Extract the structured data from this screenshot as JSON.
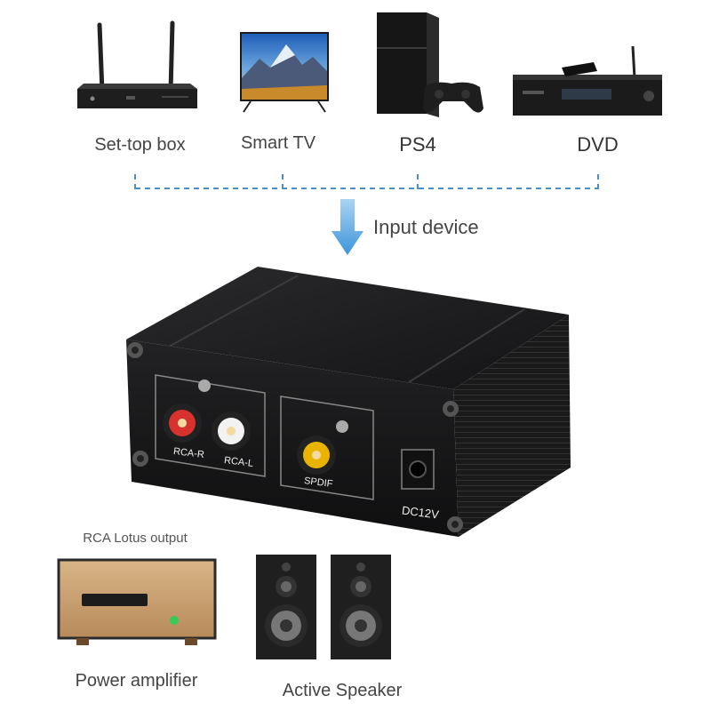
{
  "input_devices": [
    {
      "label": "Set-top box",
      "icon": "set-top-box-icon"
    },
    {
      "label": "Smart TV",
      "icon": "smart-tv-icon"
    },
    {
      "label": "PS4",
      "icon": "ps4-console-icon"
    },
    {
      "label": "DVD",
      "icon": "dvd-player-icon"
    }
  ],
  "input_caption": "Input device",
  "converter": {
    "ports": {
      "rca_right": "RCA-R",
      "rca_left": "RCA-L",
      "spdif": "SPDIF",
      "power": "DC12V"
    }
  },
  "output_caption": "RCA Lotus output",
  "output_devices": [
    {
      "label": "Power amplifier",
      "icon": "power-amplifier-icon"
    },
    {
      "label": "Active Speaker",
      "icon": "speaker-icon"
    }
  ],
  "colors": {
    "arrow": "#4da3e0",
    "dashed_line": "#4a8fc7",
    "box_body": "#1c1c1e",
    "rca_red": "#d8322e",
    "rca_white": "#f2f2f2",
    "spdif_yellow": "#e8b400",
    "amplifier_gold": "#c9a070"
  }
}
